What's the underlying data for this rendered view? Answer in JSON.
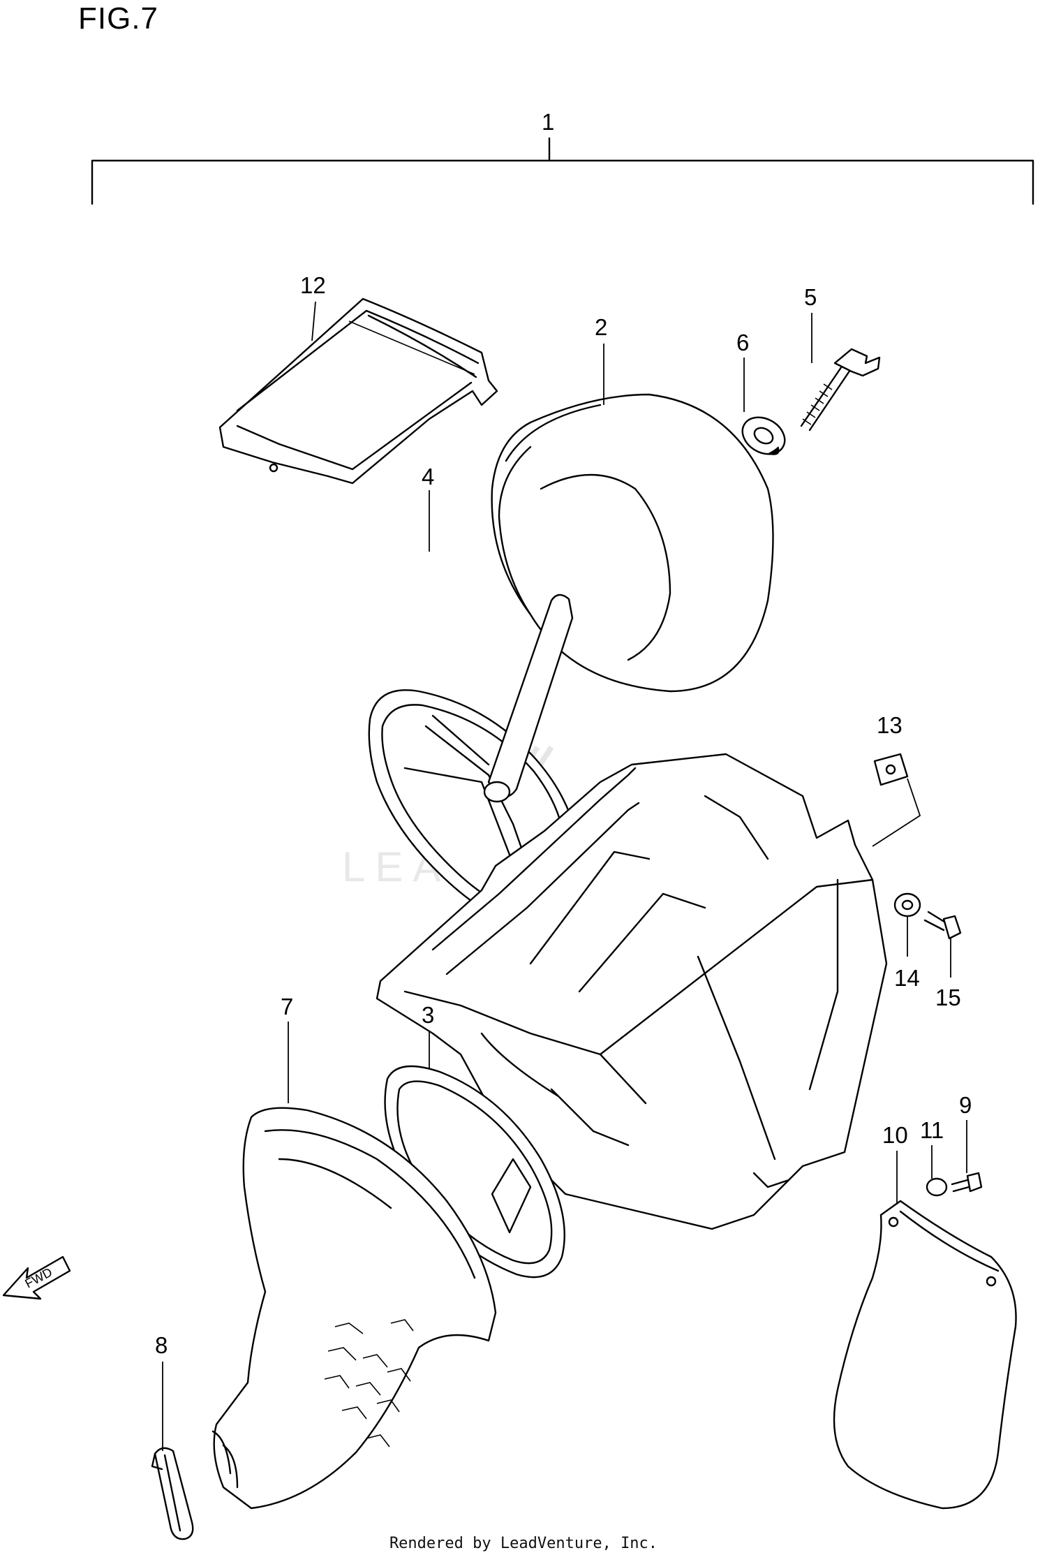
{
  "figure": {
    "title": "FIG.7",
    "footer": "Rendered by LeadVenture, Inc.",
    "watermark": "LEADVENTURE"
  },
  "direction_marker": {
    "label": "FWD"
  },
  "callouts": [
    {
      "id": "1",
      "label": "1"
    },
    {
      "id": "2",
      "label": "2"
    },
    {
      "id": "3",
      "label": "3"
    },
    {
      "id": "4",
      "label": "4"
    },
    {
      "id": "5",
      "label": "5"
    },
    {
      "id": "6",
      "label": "6"
    },
    {
      "id": "7",
      "label": "7"
    },
    {
      "id": "8",
      "label": "8"
    },
    {
      "id": "9",
      "label": "9"
    },
    {
      "id": "10",
      "label": "10"
    },
    {
      "id": "11",
      "label": "11"
    },
    {
      "id": "12",
      "label": "12"
    },
    {
      "id": "13",
      "label": "13"
    },
    {
      "id": "14",
      "label": "14"
    },
    {
      "id": "15",
      "label": "15"
    }
  ]
}
